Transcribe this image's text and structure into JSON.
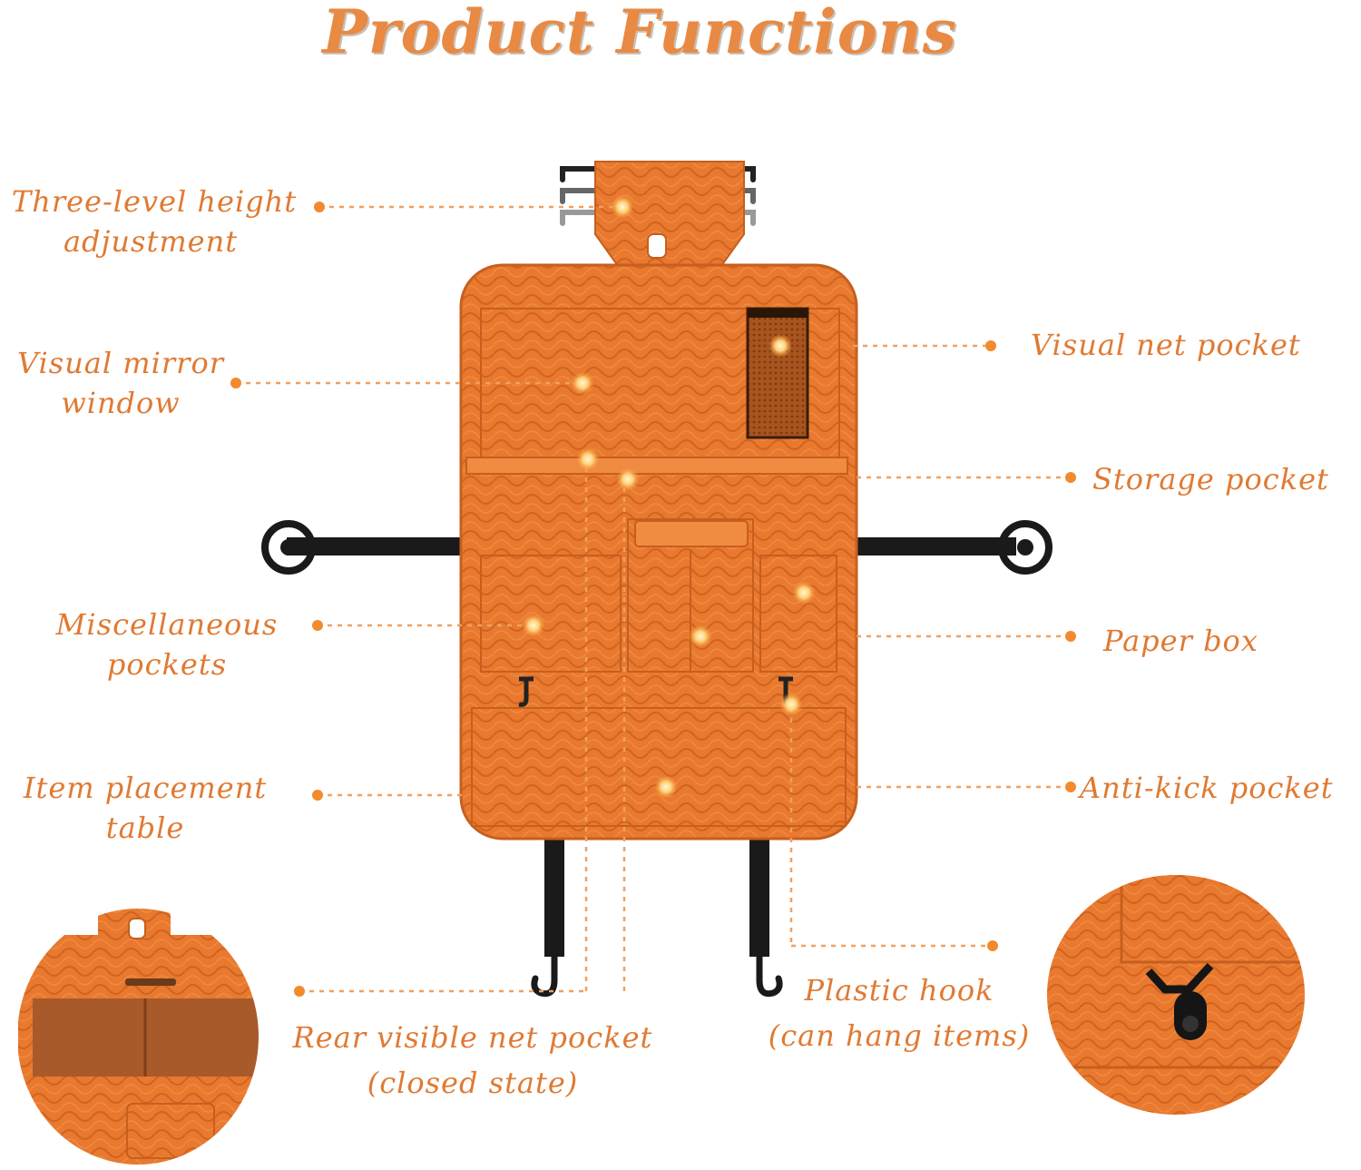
{
  "title": "Product Functions",
  "accent_color": "#e87a2e",
  "label_color": "#e07a33",
  "labels": {
    "height_adjustment": [
      "Three-level height",
      "adjustment"
    ],
    "mirror_window": [
      "Visual mirror",
      "window"
    ],
    "misc_pockets": [
      "Miscellaneous",
      "pockets"
    ],
    "placement_table": [
      "Item placement",
      "table"
    ],
    "rear_net_pocket": [
      "Rear visible net pocket",
      "(closed state)"
    ],
    "net_pocket": [
      "Visual net pocket"
    ],
    "storage_pocket": [
      "Storage pocket"
    ],
    "paper_box": [
      "Paper box"
    ],
    "anti_kick": [
      "Anti-kick pocket"
    ],
    "plastic_hook": [
      "Plastic hook",
      "(can hang items)"
    ]
  }
}
